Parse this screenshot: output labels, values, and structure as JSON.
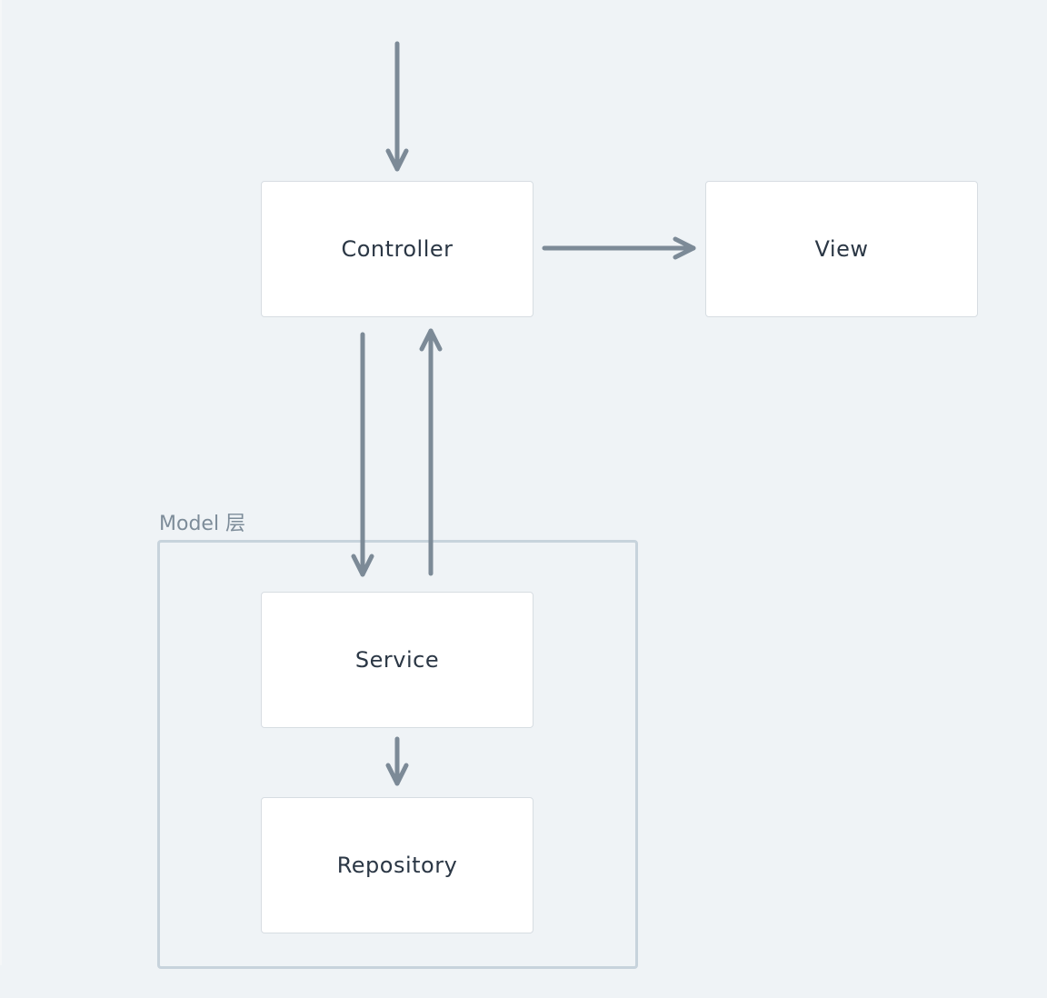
{
  "diagram": {
    "group": {
      "label": "Model 层"
    },
    "nodes": {
      "controller": "Controller",
      "view": "View",
      "service": "Service",
      "repository": "Repository"
    }
  },
  "colors": {
    "background": "#eff3f6",
    "node_fill": "#ffffff",
    "node_border": "#d7dde2",
    "node_text": "#2b3745",
    "arrow": "#7c8a97",
    "group_border": "#c7d3dc",
    "group_label": "#7d8c99"
  }
}
